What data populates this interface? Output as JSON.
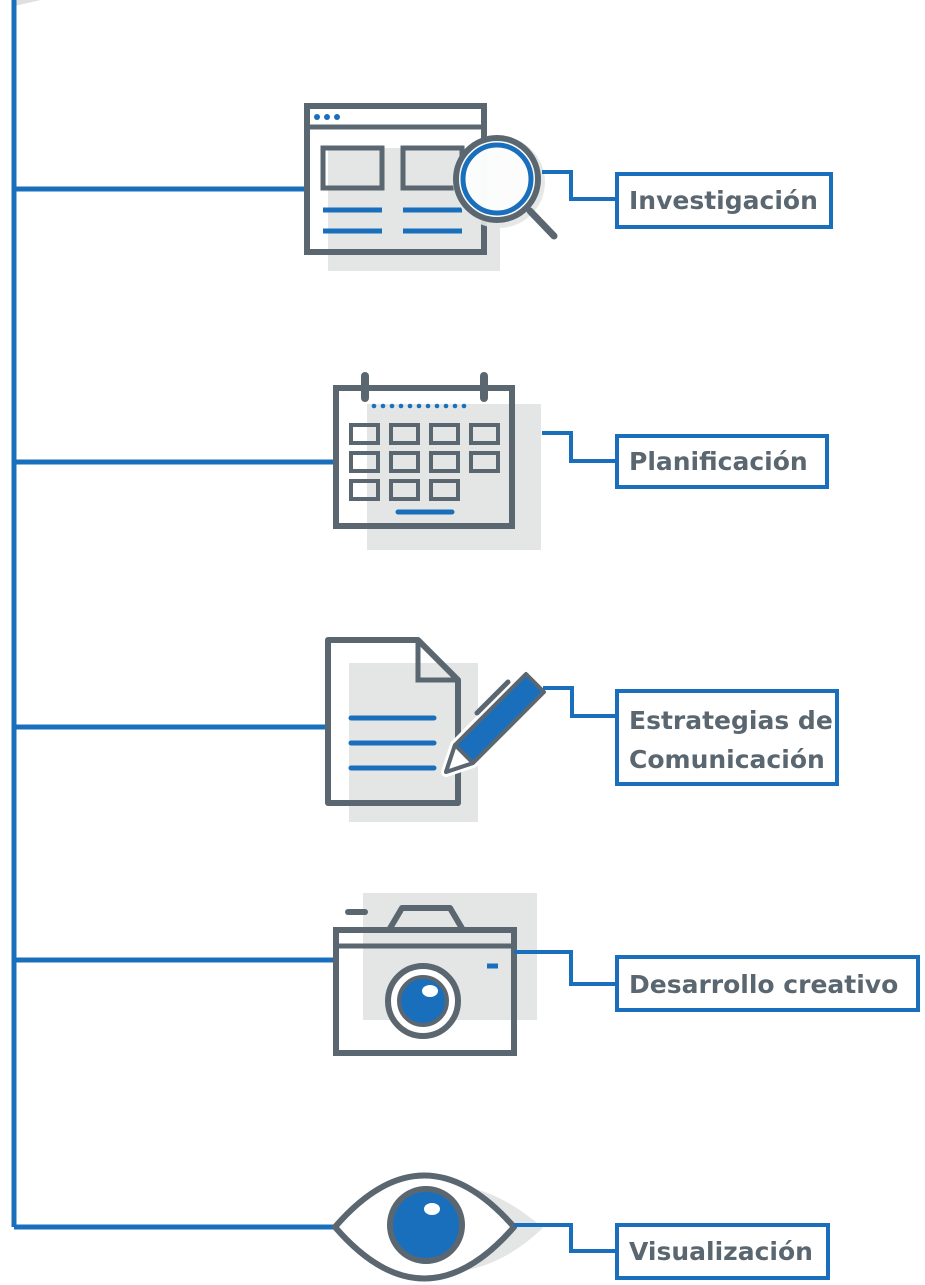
{
  "steps": [
    {
      "id": "research",
      "label": "Investigación",
      "icon": "browser-search-icon"
    },
    {
      "id": "planning",
      "label": "Planificación",
      "icon": "calendar-icon"
    },
    {
      "id": "strategy",
      "label": "Estrategias de Comunicación",
      "label_lines": [
        "Estrategias de",
        "Comunicación"
      ],
      "icon": "document-pencil-icon"
    },
    {
      "id": "creative",
      "label": "Desarrollo creativo",
      "icon": "camera-icon"
    },
    {
      "id": "visualization",
      "label": "Visualización",
      "icon": "eye-icon"
    }
  ],
  "colors": {
    "blue": "#1a6fbd",
    "gray": "#5b6770",
    "shadow": "#e3e6e5"
  }
}
